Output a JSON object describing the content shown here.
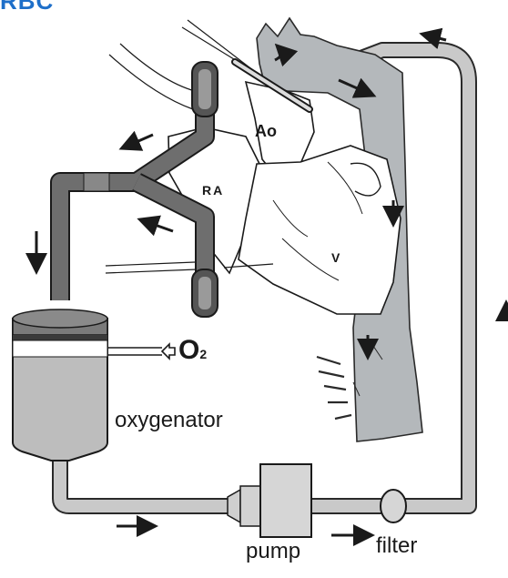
{
  "diagram": {
    "corner_text": "RBC",
    "labels": {
      "aorta": "Ao",
      "right_atrium": "RA",
      "ventricle": "V",
      "oxygen": "O",
      "oxygen_subscript": "2",
      "oxygenator": "oxygenator",
      "pump": "pump",
      "filter": "filter"
    },
    "colors": {
      "background": "#ffffff",
      "ink": "#1a1a1a",
      "tube_fill": "#c9c9c9",
      "dark_tube": "#6e6e6e",
      "vessel": "#b4b8bb",
      "oxygenator_top": "#7a7a7a",
      "oxygenator_band": "#ffffff",
      "oxygenator_body": "#bdbdbd",
      "corner_text": "#1e6fc9"
    },
    "icons": [
      "oxygen-inlet-arrow-icon",
      "flow-arrow-icon"
    ]
  }
}
